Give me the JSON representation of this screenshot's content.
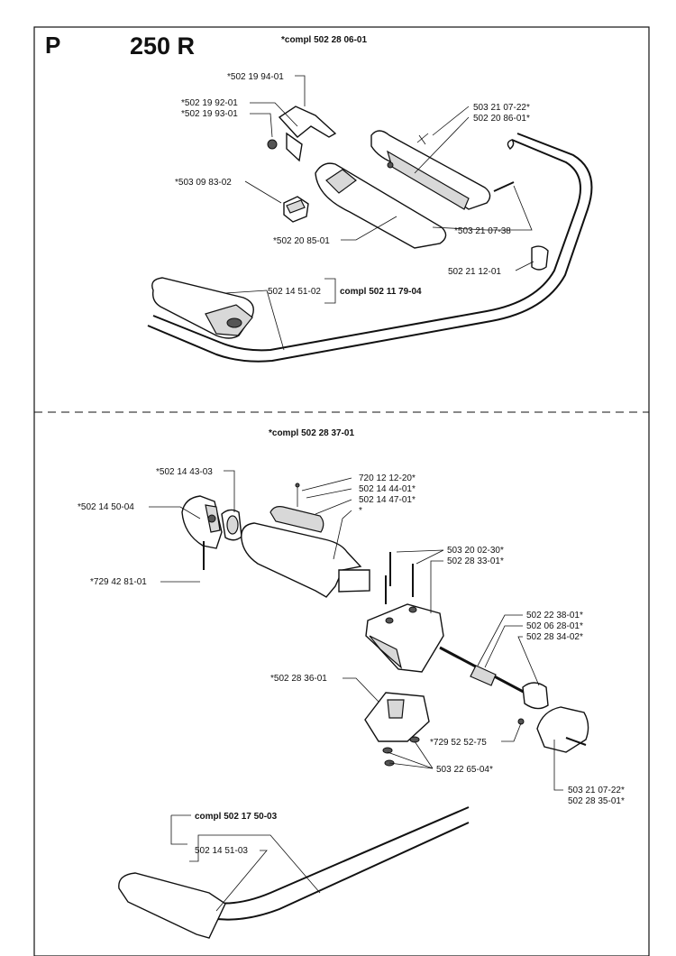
{
  "header": {
    "section_letter": "P",
    "model": "250 R",
    "set_top": "*compl 502 28 06-01"
  },
  "top_section": {
    "labels": [
      "*502 19 94-01",
      "*502 19 92-01",
      "*502 19 93-01",
      "503 21 07-22*",
      "502 20 86-01*",
      "*503 09 83-02",
      "*502 20 85-01",
      "*503 21 07-38",
      "502 21 12-01",
      "502 14 51-02",
      "compl 502 11 79-04"
    ]
  },
  "bottom_section": {
    "set_label": "*compl 502 28 37-01",
    "labels": [
      "*502 14 43-03",
      "720 12 12-20*",
      "502 14 44-01*",
      "502 14 47-01*",
      "*",
      "*502 14 50-04",
      "*729 42 81-01",
      "503 20 02-30*",
      "502 28 33-01*",
      "502 22 38-01*",
      "502 06 28-01*",
      "502 28 34-02*",
      "*502 28 36-01",
      "*729 52 52-75",
      "503 22 65-04*",
      "503 21 07-22*",
      "502 28 35-01*",
      "compl 502 17 50-03",
      "502 14 51-03"
    ]
  }
}
